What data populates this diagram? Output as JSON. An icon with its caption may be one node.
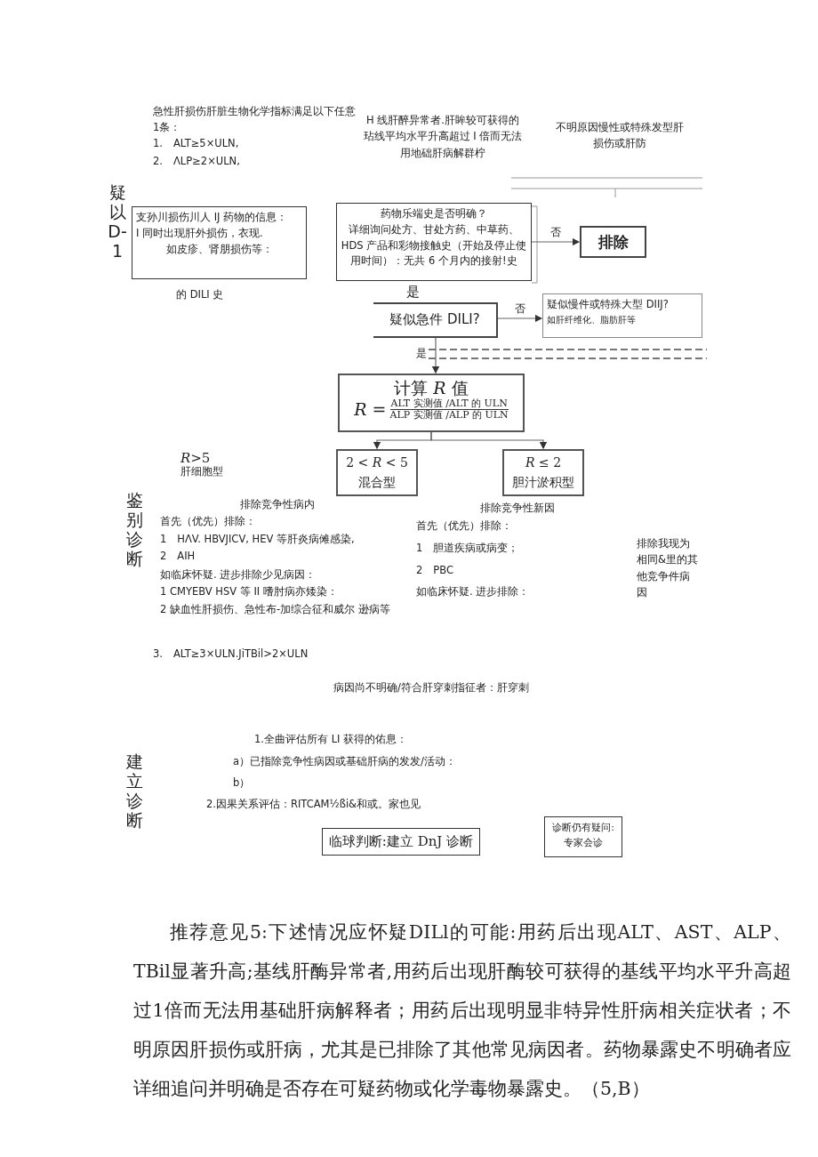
{
  "diagram": {
    "nodes": [
      {
        "text": [
          "支孙川损伤川人 IJ 药物的信息：",
          "I 同时出现肝外损伤，衣现.",
          "如皮疹、肾朋损伤等："
        ]
      },
      {
        "text": [
          "药物乐端史是否明确？",
          "详细询问处方、甘处方药、中草药、HDS 产品和彩物接触史（开始及停止使用时间）：无共 6 个月内的接射!史"
        ]
      },
      {
        "text": [
          "排除"
        ]
      },
      {
        "text": [
          "疑似急件 DILI?"
        ]
      },
      {
        "text": [
          "疑似慢件或特殊大型 DIIJ?",
          "如肝纤维化、脂肪肝等"
        ]
      },
      {
        "text": [
          "计算 *R* 值",
          "*R* =",
          "ALT 实测值 /ALT 的 ULN",
          "ALP 实测值 /ALP 的 ULN"
        ]
      },
      {
        "text": [
          "2 < *R* < 5",
          "混合型"
        ]
      },
      {
        "text": [
          "*R* ≤ 2",
          "胆汁淤积型"
        ]
      },
      {
        "text": [
          "临球判断:建立 DnJ 诊断"
        ]
      },
      {
        "text": [
          "诊断仍有疑问:",
          "专家会诊"
        ]
      }
    ],
    "edges": [
      {
        "from": 1,
        "to": 2,
        "arrow": "to",
        "label": "否"
      },
      {
        "from": 3,
        "to": 4,
        "arrow": "to",
        "label": "否"
      },
      {
        "from": 3,
        "to": 5,
        "arrow": "to",
        "label": "是"
      },
      {
        "from": 5,
        "to": 6,
        "arrow": "to"
      },
      {
        "from": 5,
        "to": 7,
        "arrow": "to"
      }
    ],
    "labels": [
      "急性肝损伤肝脏生物化学指标满足以下任意1条：",
      "1.　ALT≥5×ULN,",
      "2.　ΛLP≥2×ULN,",
      "H 线肝醉异常者.肝眸较可获得的玷线平均水平升高超过 I 倍而无法用地础肝病解群柠",
      "不明原因慢性或特殊发型肝损伤或肝防",
      "疑以D-1",
      "的 DILI 史",
      "是",
      "*R*>5",
      "肝细胞型",
      "鉴别诊断",
      "排除竞争性病内",
      "首先（优先）排除：",
      "1　HΛV. HBVJICV, HEV 等肝炎病傩感染,",
      "2　AIH",
      "如临床怀疑. 进步排除少见病因：",
      "1 CMYEBV HSV 等 II 嗜肘病亦矮染：",
      "2 缺血性肝损伤、急性布-加综合征和威尔 逊病等",
      "排除竞争性新因",
      "首先（优先）排除：",
      "1　胆道疾病或病变；",
      "2　PBC",
      "如临床怀疑. 进步排除：",
      "排除我现为相同&里的其他竞争件病因",
      "3.　ALT≥3×ULN.JiTBil>2×ULN",
      "病因尚不明确/符合肝穿刺指征者：肝穿刺",
      "建立诊断",
      "1.全曲评估所有 LI 获得的佑息：",
      "a）已指除竞争性病因或基础肝病的发发/活动：",
      "b）",
      "2.因果关系评估：RITCAM½ßi&和或。家也见",
      "推荐意见5:下述情况应怀疑DILl的可能:用药后出现ALT、AST、ALP、TBil显著升高;基线肝酶异常者,用药后出现肝酶较可获得的基线平均水平升高超过1倍而无法用基础肝病解释者；用药后出现明显非特异性肝病相关症状者；不明原因肝损伤或肝病，尤其是已排除了其他常见病因者。药物暴露史不明确者应详细追问并明确是否存在可疑药物或化学毒物暴露史。（5,B）"
    ]
  }
}
